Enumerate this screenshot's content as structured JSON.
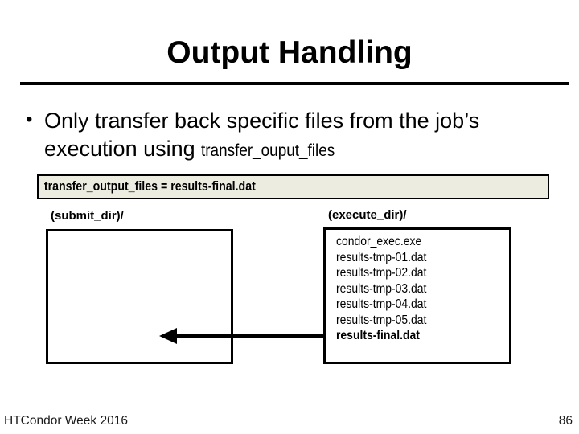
{
  "slide": {
    "title": "Output Handling",
    "bullet_glyph": "•",
    "bullet": {
      "main": "Only transfer back specific files from the job’s execution using ",
      "code": "transfer_ouput_files"
    },
    "code_box": {
      "text": "transfer_output_files = results-final.dat"
    },
    "labels": {
      "submit_dir": "(submit_dir)/",
      "execute_dir": "(execute_dir)/"
    },
    "execute_files": [
      "condor_exec.exe",
      "results-tmp-01.dat",
      "results-tmp-02.dat",
      "results-tmp-03.dat",
      "results-tmp-04.dat",
      "results-tmp-05.dat",
      "results-final.dat"
    ],
    "colors": {
      "code_box_bg": "#ECECE0",
      "ink": "#000000",
      "background": "#FFFFFF"
    },
    "footer": {
      "left": "HTCondor Week 2016",
      "page": "86"
    }
  }
}
